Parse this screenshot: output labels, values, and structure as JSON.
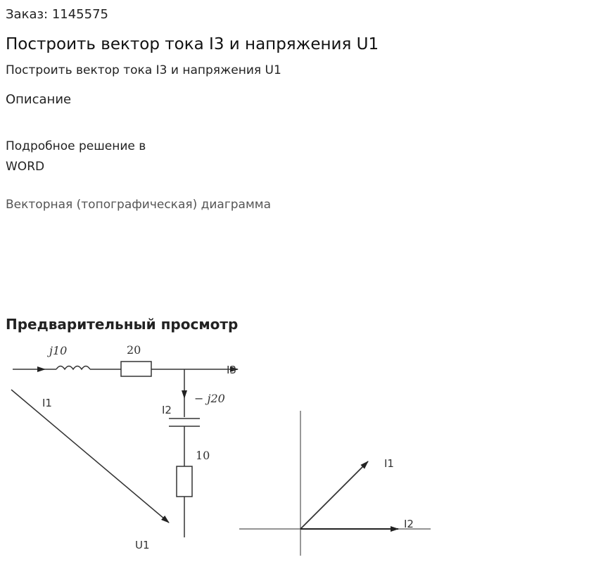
{
  "order": {
    "label": "Заказ: 1145575"
  },
  "title": "Построить вектор тока I3 и напряжения U1",
  "subtitle": "Построить вектор тока I3 и напряжения U1",
  "description": {
    "heading": "Описание",
    "solution_line1": "Подробное решение в",
    "solution_line2": "WORD",
    "diagram_note": "Векторная (топографическая) диаграмма"
  },
  "preview": {
    "heading": "Предварительный просмотр",
    "image": {
      "labels": {
        "inductor": "j10",
        "resistor_top": "20",
        "capacitor": "− j20",
        "resistor_bottom": "10",
        "current_i1_left": "I1",
        "current_i2_left": "I2",
        "current_i3": "I3",
        "voltage_u1": "U1",
        "current_i1_right": "I1",
        "current_i2_right": "I2"
      }
    }
  }
}
